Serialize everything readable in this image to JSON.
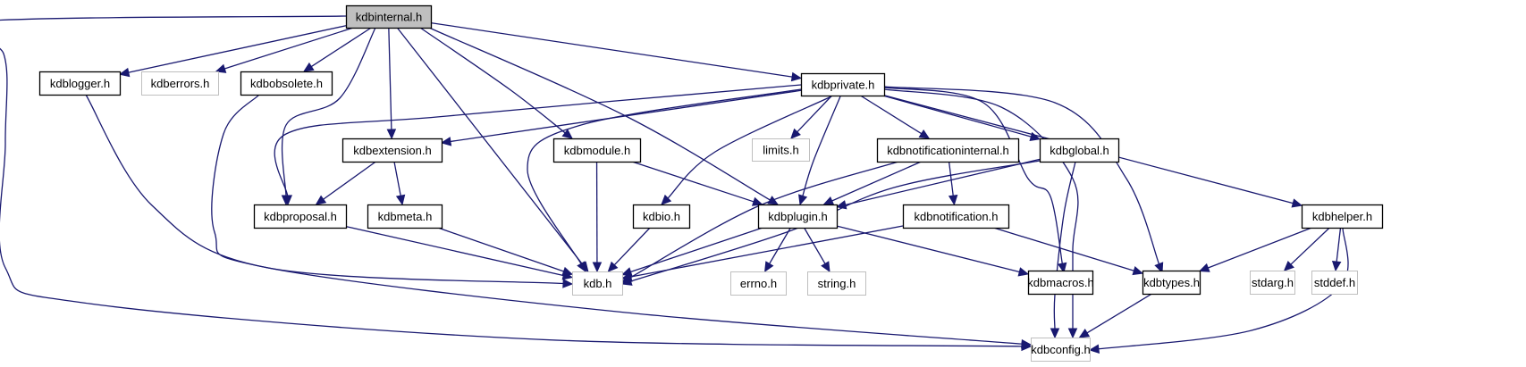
{
  "diagram": {
    "type": "include-dependency-graph",
    "root": "kdbinternal.h",
    "colors": {
      "edge": "#191970",
      "root_fill": "#bfbfbf",
      "documented_border": "#000000",
      "undocumented_border": "#bfbfbf",
      "node_fill": "#ffffff"
    },
    "nodes": [
      {
        "id": "kdbinternal",
        "label": "kdbinternal.h",
        "kind": "root"
      },
      {
        "id": "kdblogger",
        "label": "kdblogger.h",
        "kind": "documented"
      },
      {
        "id": "kdberrors",
        "label": "kdberrors.h",
        "kind": "undocumented"
      },
      {
        "id": "kdbobsolete",
        "label": "kdbobsolete.h",
        "kind": "documented"
      },
      {
        "id": "kdbprivate",
        "label": "kdbprivate.h",
        "kind": "documented"
      },
      {
        "id": "kdbextension",
        "label": "kdbextension.h",
        "kind": "documented"
      },
      {
        "id": "kdbmodule",
        "label": "kdbmodule.h",
        "kind": "documented"
      },
      {
        "id": "limits",
        "label": "limits.h",
        "kind": "undocumented"
      },
      {
        "id": "kdbnotificationinternal",
        "label": "kdbnotificationinternal.h",
        "kind": "documented"
      },
      {
        "id": "kdbglobal",
        "label": "kdbglobal.h",
        "kind": "documented"
      },
      {
        "id": "kdbproposal",
        "label": "kdbproposal.h",
        "kind": "documented"
      },
      {
        "id": "kdbmeta",
        "label": "kdbmeta.h",
        "kind": "documented"
      },
      {
        "id": "kdbio",
        "label": "kdbio.h",
        "kind": "documented"
      },
      {
        "id": "kdbplugin",
        "label": "kdbplugin.h",
        "kind": "documented"
      },
      {
        "id": "kdbnotification",
        "label": "kdbnotification.h",
        "kind": "documented"
      },
      {
        "id": "kdbhelper",
        "label": "kdbhelper.h",
        "kind": "documented"
      },
      {
        "id": "kdb",
        "label": "kdb.h",
        "kind": "undocumented"
      },
      {
        "id": "errno",
        "label": "errno.h",
        "kind": "undocumented"
      },
      {
        "id": "string",
        "label": "string.h",
        "kind": "undocumented"
      },
      {
        "id": "kdbmacros",
        "label": "kdbmacros.h",
        "kind": "documented"
      },
      {
        "id": "kdbtypes",
        "label": "kdbtypes.h",
        "kind": "documented"
      },
      {
        "id": "stdarg",
        "label": "stdarg.h",
        "kind": "undocumented"
      },
      {
        "id": "stddef",
        "label": "stddef.h",
        "kind": "undocumented"
      },
      {
        "id": "kdbconfig",
        "label": "kdbconfig.h",
        "kind": "undocumented"
      }
    ],
    "edges": [
      [
        "kdbinternal",
        "kdblogger"
      ],
      [
        "kdbinternal",
        "kdberrors"
      ],
      [
        "kdbinternal",
        "kdbobsolete"
      ],
      [
        "kdbinternal",
        "kdbprivate"
      ],
      [
        "kdbinternal",
        "kdbextension"
      ],
      [
        "kdbinternal",
        "kdbmodule"
      ],
      [
        "kdbinternal",
        "kdbproposal"
      ],
      [
        "kdbinternal",
        "kdb"
      ],
      [
        "kdbinternal",
        "kdbplugin"
      ],
      [
        "kdbinternal",
        "kdbconfig"
      ],
      [
        "kdblogger",
        "kdb"
      ],
      [
        "kdbobsolete",
        "kdbconfig"
      ],
      [
        "kdbprivate",
        "kdbextension"
      ],
      [
        "kdbprivate",
        "kdbproposal"
      ],
      [
        "kdbprivate",
        "kdb"
      ],
      [
        "kdbprivate",
        "limits"
      ],
      [
        "kdbprivate",
        "kdbio"
      ],
      [
        "kdbprivate",
        "kdbplugin"
      ],
      [
        "kdbprivate",
        "kdbnotificationinternal"
      ],
      [
        "kdbprivate",
        "kdbglobal"
      ],
      [
        "kdbprivate",
        "kdbmacros"
      ],
      [
        "kdbprivate",
        "kdbconfig"
      ],
      [
        "kdbprivate",
        "kdbtypes"
      ],
      [
        "kdbprivate",
        "kdbhelper"
      ],
      [
        "kdbextension",
        "kdbproposal"
      ],
      [
        "kdbextension",
        "kdbmeta"
      ],
      [
        "kdbmodule",
        "kdb"
      ],
      [
        "kdbmodule",
        "kdbplugin"
      ],
      [
        "kdbproposal",
        "kdb"
      ],
      [
        "kdbmeta",
        "kdb"
      ],
      [
        "kdbio",
        "kdb"
      ],
      [
        "kdbplugin",
        "kdb"
      ],
      [
        "kdbplugin",
        "errno"
      ],
      [
        "kdbplugin",
        "string"
      ],
      [
        "kdbplugin",
        "kdbmacros"
      ],
      [
        "kdbnotificationinternal",
        "kdb"
      ],
      [
        "kdbnotificationinternal",
        "kdbplugin"
      ],
      [
        "kdbnotificationinternal",
        "kdbnotification"
      ],
      [
        "kdbglobal",
        "kdbplugin"
      ],
      [
        "kdbglobal",
        "kdb"
      ],
      [
        "kdbglobal",
        "kdbconfig"
      ],
      [
        "kdbnotification",
        "kdb"
      ],
      [
        "kdbnotification",
        "kdbtypes"
      ],
      [
        "kdbhelper",
        "kdbtypes"
      ],
      [
        "kdbhelper",
        "stdarg"
      ],
      [
        "kdbhelper",
        "stddef"
      ],
      [
        "kdbhelper",
        "kdbconfig"
      ],
      [
        "kdbtypes",
        "kdbconfig"
      ]
    ]
  }
}
